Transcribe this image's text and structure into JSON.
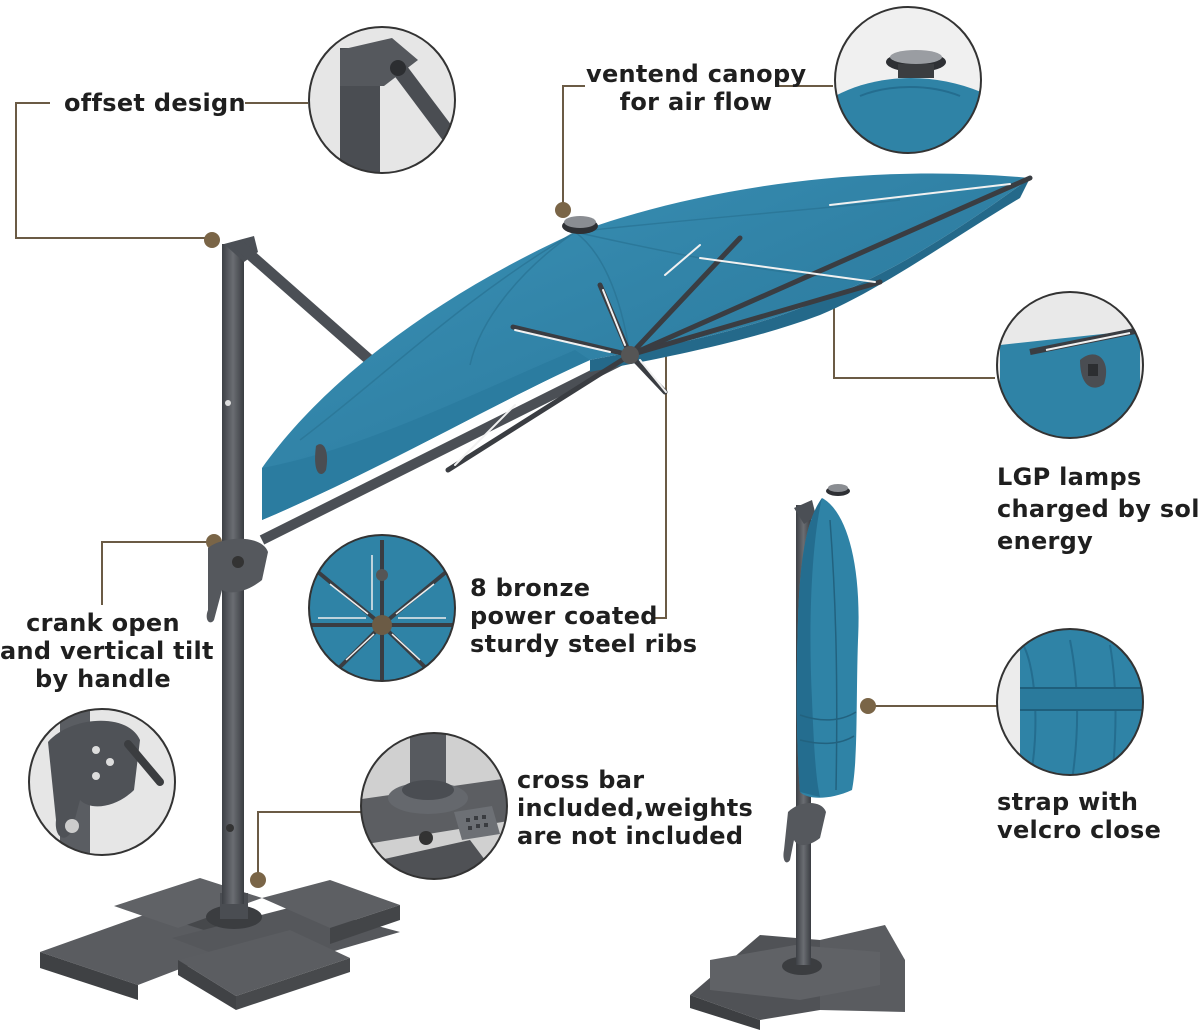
{
  "labels": {
    "offset": "offset design",
    "vent_line1": "ventend canopy",
    "vent_line2": "for air flow",
    "lgp_line1": "LGP lamps",
    "lgp_line2": "charged by solar",
    "lgp_line3": "energy",
    "crank_line1": "crank open",
    "crank_line2": "and vertical tilt",
    "crank_line3": "by handle",
    "ribs_line1": "8 bronze",
    "ribs_line2": "power coated",
    "ribs_line3": "sturdy steel ribs",
    "cross_line1": "cross bar",
    "cross_line2": "included,weights",
    "cross_line3": "are not included",
    "strap_line1": "strap with",
    "strap_line2": "velcro close"
  },
  "colors": {
    "canopy": "#2f83a6",
    "canopy_dark": "#23698a",
    "frame": "#4b4f55",
    "base": "#55575b",
    "leader": "#6b5b45",
    "text": "#1f1f1f"
  }
}
